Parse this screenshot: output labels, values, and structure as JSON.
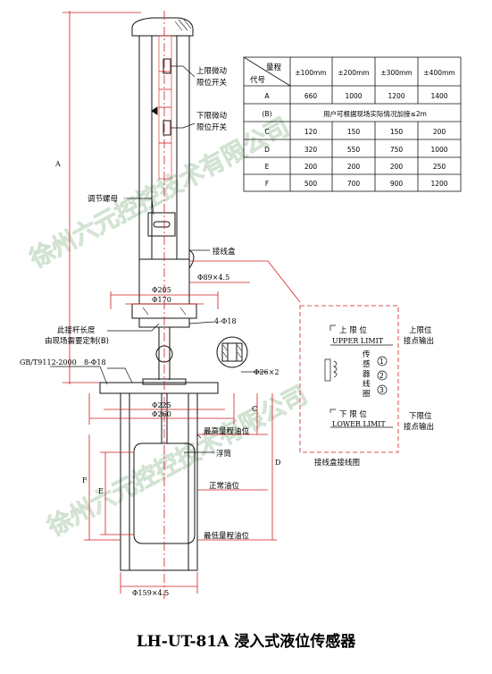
{
  "title": "LH-UT-81A 浸入式液位传感器",
  "watermark": "徐州六元控控技术有限公司",
  "labels": {
    "upper_switch": [
      "上限微动",
      "限位开关"
    ],
    "lower_switch": [
      "下限微动",
      "限位开关"
    ],
    "adjust_nut": "调节螺母",
    "junction_box": "接线盒",
    "rod_length": [
      "此接杆长度",
      "由现场需要定制(B)"
    ],
    "standard": "GB/T9112-2000",
    "max_oil": "最高量程油位",
    "float": "浮筒",
    "normal_oil": "正常油位",
    "min_oil": "最低量程油位",
    "wiring_caption": "接线盒接线图",
    "upper_limit_cn": "上 限 位",
    "upper_limit_en": "UPPER LIMIT",
    "lower_limit_cn": "下 限 位",
    "lower_limit_en": "LOWER LIMIT",
    "upper_out": [
      "上限位",
      "接点输出"
    ],
    "lower_out": [
      "下限位",
      "接点输出"
    ],
    "sensor_winding": [
      "传",
      "感",
      "器",
      "线",
      "圈"
    ],
    "terminals": [
      "1",
      "2",
      "3"
    ]
  },
  "dimensions": {
    "A": "A",
    "B": "B",
    "C": "C",
    "D": "D",
    "E": "E",
    "F": "F",
    "d89": "Φ89×4.5",
    "d205": "Φ205",
    "d170": "Φ170",
    "holes_top": "4-Φ18",
    "holes_flange": "8-Φ18",
    "d26": "Φ26×2",
    "d225": "Φ225",
    "d260": "Φ260",
    "d159": "Φ159×4.5"
  },
  "table": {
    "corner_top": "量程",
    "corner_bottom": "代号",
    "columns": [
      "±100mm",
      "±200mm",
      "±300mm",
      "±400mm"
    ],
    "rows": [
      {
        "code": "A",
        "cells": [
          "660",
          "1000",
          "1200",
          "1400"
        ]
      },
      {
        "code": "(B)",
        "span": "用户可根据现场实际情况加接≤2m"
      },
      {
        "code": "C",
        "cells": [
          "120",
          "150",
          "150",
          "200"
        ]
      },
      {
        "code": "D",
        "cells": [
          "320",
          "550",
          "750",
          "1000"
        ]
      },
      {
        "code": "E",
        "cells": [
          "200",
          "200",
          "200",
          "250"
        ]
      },
      {
        "code": "F",
        "cells": [
          "500",
          "700",
          "900",
          "1200"
        ]
      }
    ]
  },
  "colors": {
    "dimension_red": "#d21e1e",
    "outline": "#111111"
  }
}
